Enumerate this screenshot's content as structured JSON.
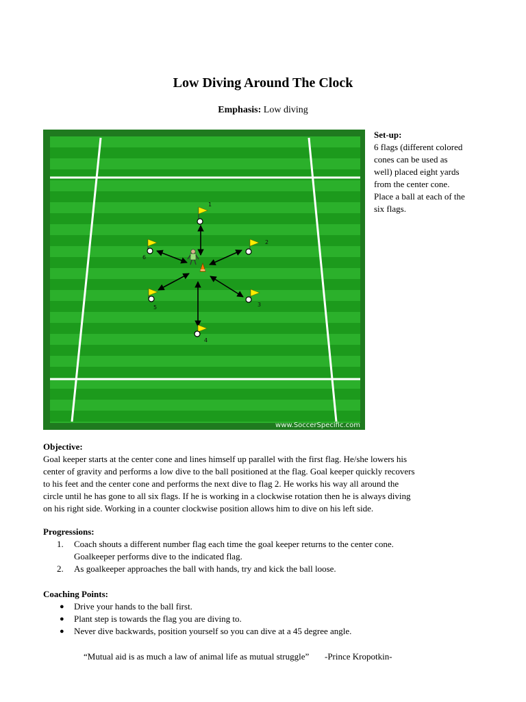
{
  "title": "Low Diving Around The Clock",
  "emphasis": {
    "label": "Emphasis:",
    "value": " Low diving"
  },
  "watermark": "www.SoccerSpecific.com",
  "flag_numbers": [
    "1",
    "2",
    "3",
    "4",
    "5",
    "6"
  ],
  "colors": {
    "field_border": "#1f7a1f",
    "grass_dark": "#1c9a1c",
    "grass_light": "#2bb02b",
    "flag": "#ffee00",
    "cone": "#ff7a00"
  },
  "setup": {
    "heading": "Set-up:",
    "lines": [
      "6 flags (different colored",
      "cones can be used as",
      "well) placed eight yards",
      "from the center cone.",
      "Place a ball at each of the",
      "six flags."
    ]
  },
  "objective": {
    "heading": "Objective:",
    "lines": [
      "Goal keeper starts at the center cone and lines himself up parallel with the first flag. He/she lowers his",
      "center of gravity and performs a low dive to the ball positioned at the flag.  Goal keeper quickly recovers",
      "to his feet and the center cone and performs the next dive to flag 2.  He works his way all around the",
      "circle until he has gone to all six flags.  If he is working in a clockwise rotation then he is always diving",
      "on his right side.  Working in a counter clockwise position allows him to dive on his left side."
    ]
  },
  "progressions": {
    "heading": "Progressions:",
    "items": [
      {
        "num": "1.",
        "lines": [
          "Coach shouts a different number flag each time the goal keeper returns to the center cone.",
          "Goalkeeper performs dive to the indicated flag."
        ]
      },
      {
        "num": "2.",
        "lines": [
          "As goalkeeper approaches the ball with hands, try and kick the ball loose."
        ]
      }
    ]
  },
  "coaching": {
    "heading": "Coaching Points:",
    "items": [
      "Drive your hands to the ball first.",
      "Plant step is towards the flag you are diving to.",
      "Never dive backwards, position yourself so you can dive at a 45 degree angle."
    ]
  },
  "quote": "“Mutual aid is as much a law of animal life as mutual struggle”       -Prince Kropotkin-"
}
